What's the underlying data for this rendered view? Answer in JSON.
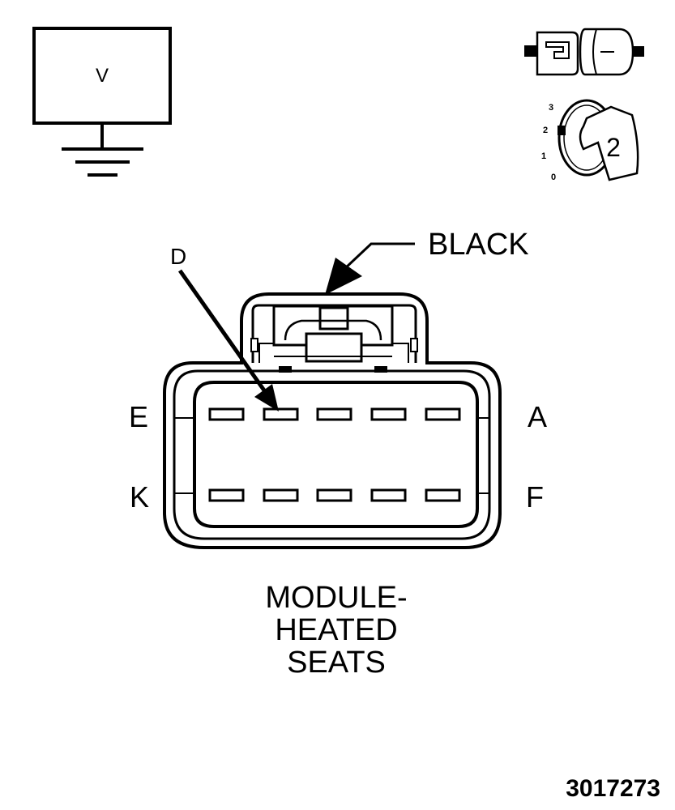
{
  "voltmeter": {
    "label": "V"
  },
  "connector_icon": "connector-disconnect-icon",
  "ignition": {
    "positions": [
      "3",
      "2",
      "1",
      "0"
    ],
    "key_label": "2"
  },
  "callouts": {
    "color_label": "BLACK",
    "pin_label": "D"
  },
  "pin_row_labels": {
    "top_left": "E",
    "top_right": "A",
    "bottom_left": "K",
    "bottom_right": "F"
  },
  "component": {
    "line1": "MODULE-",
    "line2": "HEATED",
    "line3": "SEATS"
  },
  "figure_number": "3017273"
}
